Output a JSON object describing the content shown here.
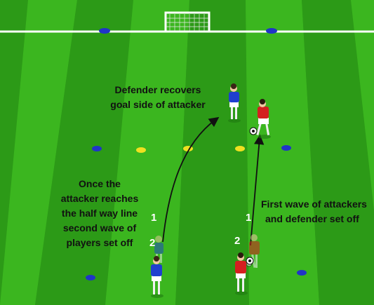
{
  "diagram": {
    "annotations": {
      "defender_recovers": [
        "Defender recovers",
        "goal side of attacker"
      ],
      "second_wave": [
        "Once the",
        "attacker reaches",
        "the half way line",
        "second wave of",
        "players set off"
      ],
      "first_wave": [
        "First wave of attackers",
        "and defender set off"
      ]
    },
    "wave_numbers": {
      "left_first": "1",
      "left_second": "2",
      "right_first": "1",
      "right_second": "2"
    },
    "colors": {
      "pitch_light": "#3bb51f",
      "pitch_dark": "#2a9414",
      "lines": "#ffffff",
      "defender_team": "#1f3fcf",
      "attacker_team": "#d42020",
      "cone_blue": "#2034c8",
      "cone_yellow": "#f0e020"
    }
  }
}
